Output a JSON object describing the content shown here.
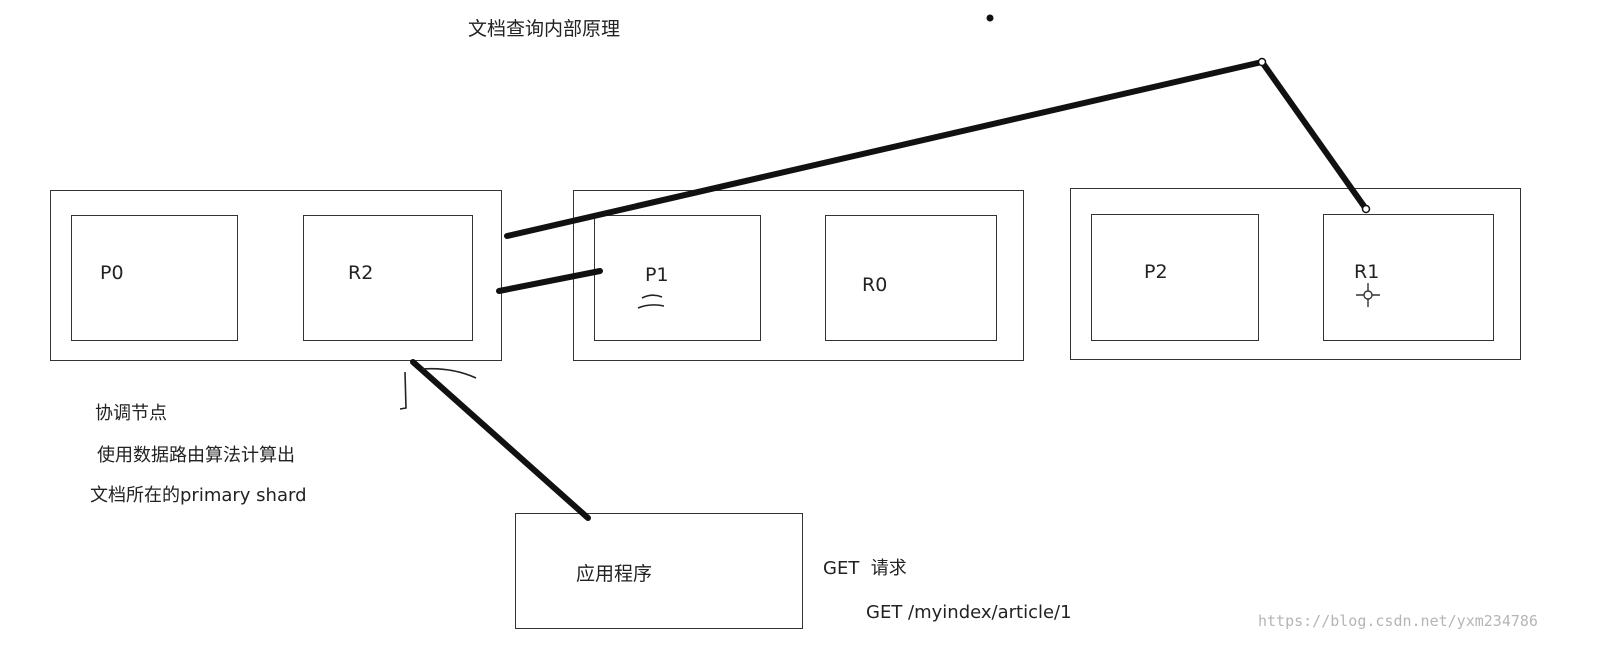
{
  "title": "文档查询内部原理",
  "nodes": [
    {
      "shards": [
        {
          "label": "P0"
        },
        {
          "label": "R2"
        }
      ]
    },
    {
      "shards": [
        {
          "label": "P1"
        },
        {
          "label": "R0"
        }
      ]
    },
    {
      "shards": [
        {
          "label": "P2"
        },
        {
          "label": "R1"
        }
      ]
    }
  ],
  "coordinator_notes": {
    "line1": "协调节点",
    "line2": "使用数据路由算法计算出",
    "line3": "文档所在的primary shard"
  },
  "app": {
    "label": "应用程序"
  },
  "request": {
    "label": "GET  请求",
    "path": "GET /myindex/article/1"
  },
  "watermark": "https://blog.csdn.net/yxm234786"
}
